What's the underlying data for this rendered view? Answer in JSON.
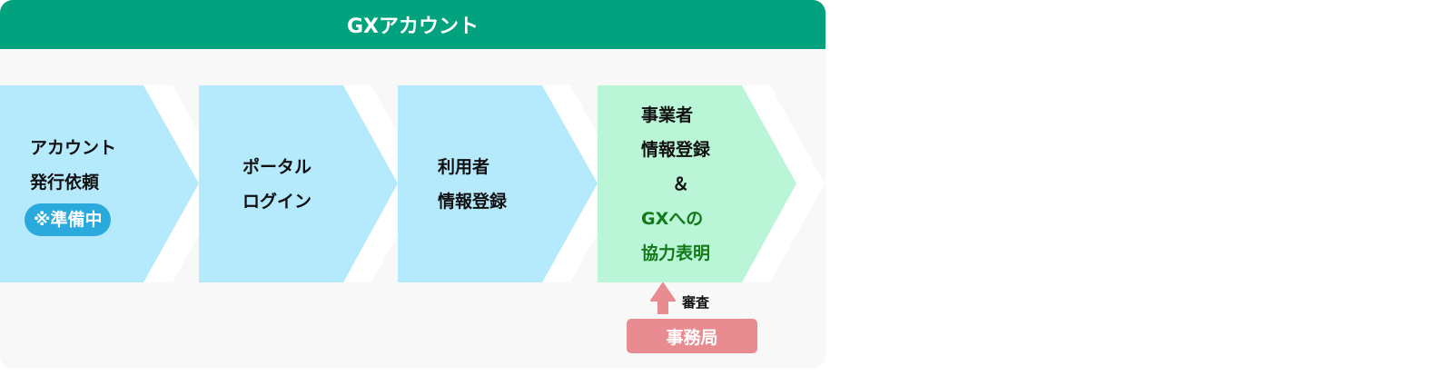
{
  "header": {
    "title": "GXアカウント"
  },
  "steps": [
    {
      "lines": [
        "アカウント",
        "発行依頼"
      ],
      "badge": "※準備中"
    },
    {
      "lines": [
        "ポータル",
        "ログイン"
      ]
    },
    {
      "lines": [
        "利用者",
        "情報登録"
      ]
    },
    {
      "lines": [
        "事業者",
        "情報登録",
        "＆"
      ],
      "highlight_lines": [
        "GXへの",
        "協力表明"
      ]
    }
  ],
  "review": {
    "label": "審査",
    "actor": "事務局"
  },
  "colors": {
    "header": "#02a27e",
    "step": "#b5eafd",
    "final_step": "#b9f5d6",
    "badge": "#29a9dc",
    "office": "#e88c91",
    "highlight_text": "#137a1a"
  }
}
